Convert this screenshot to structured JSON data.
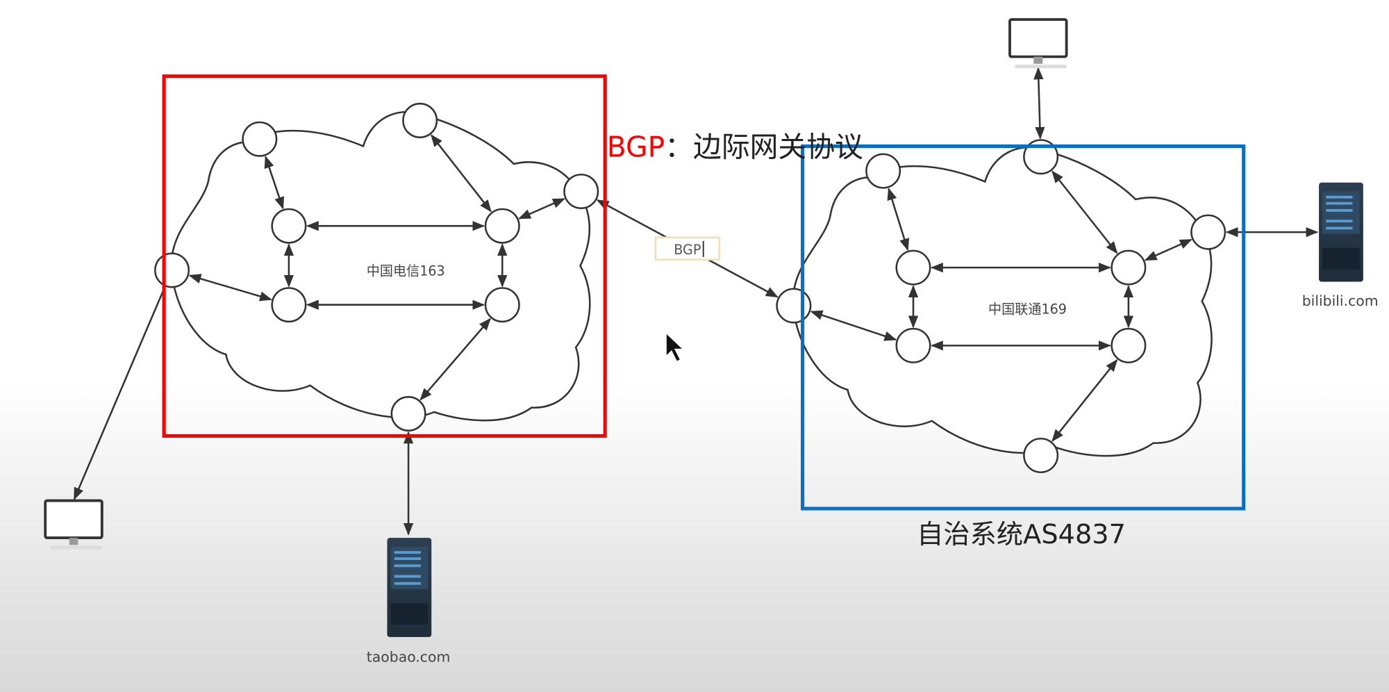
{
  "title": {
    "prefix": "BGP",
    "separator": "：",
    "text": "边际网关协议",
    "prefix_color": "#ff0000"
  },
  "link_label": "BGP",
  "left_network": {
    "label": "中国电信163",
    "box_color": "#ff0000"
  },
  "right_network": {
    "label": "中国联通169",
    "box_color": "#0a6fc2",
    "caption": "自治系统AS4837"
  },
  "servers": {
    "left": "taobao.com",
    "right": "bilibili.com"
  },
  "icons": [
    "computer-icon",
    "server-icon",
    "mouse-cursor-icon"
  ]
}
